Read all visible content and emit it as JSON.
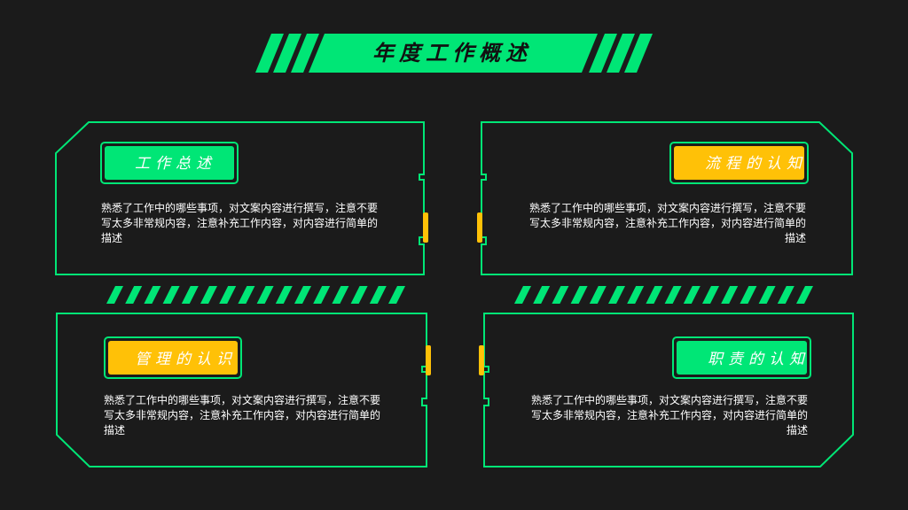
{
  "title": "年度工作概述",
  "colors": {
    "background": "#1b1b1b",
    "accent_green": "#00e676",
    "accent_yellow": "#ffc107"
  },
  "cards": [
    {
      "label": "工作总述",
      "body": "熟悉了工作中的哪些事项，对文案内容进行撰写，注意不要写太多非常规内容，注意补充工作内容，对内容进行简单的描述"
    },
    {
      "label": "流程的认知",
      "body": "熟悉了工作中的哪些事项，对文案内容进行撰写，注意不要写太多非常规内容，注意补充工作内容，对内容进行简单的描述"
    },
    {
      "label": "管理的认识",
      "body": "熟悉了工作中的哪些事项，对文案内容进行撰写，注意不要写太多非常规内容，注意补充工作内容，对内容进行简单的描述"
    },
    {
      "label": "职责的认知",
      "body": "熟悉了工作中的哪些事项，对文案内容进行撰写，注意不要写太多非常规内容，注意补充工作内容，对内容进行简单的描述"
    }
  ]
}
